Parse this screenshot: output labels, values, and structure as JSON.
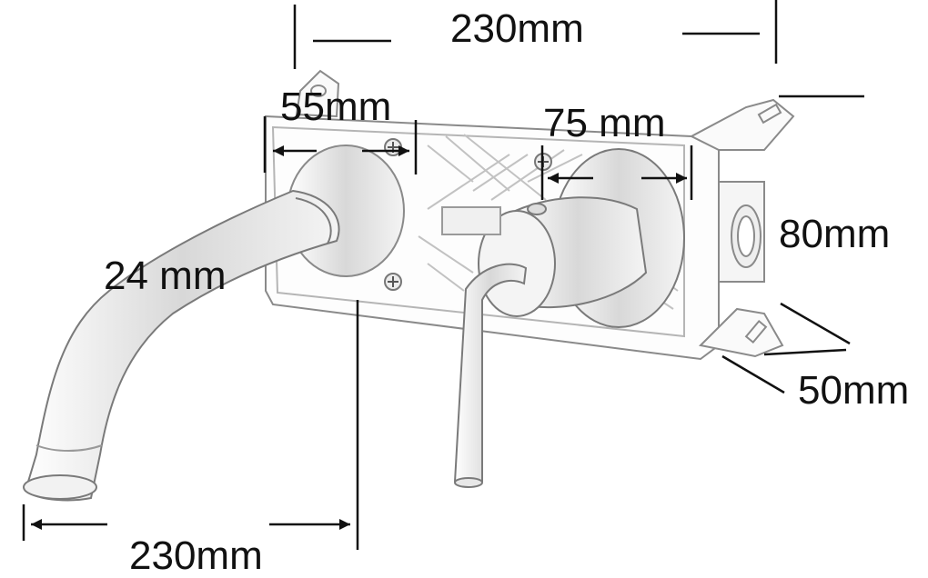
{
  "dimensions": {
    "top_width": "230mm",
    "flange_diameter": "55mm",
    "handle_diameter": "75 mm",
    "box_height": "80mm",
    "box_depth": "50mm",
    "spout_diameter": "24 mm",
    "spout_length": "230mm"
  },
  "colors": {
    "ink": "#111111",
    "sketch": "#9a9a9a",
    "background": "#ffffff"
  }
}
